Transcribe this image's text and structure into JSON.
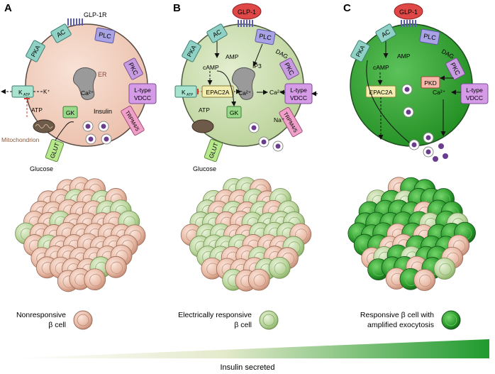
{
  "colors": {
    "cell_a_fill": "#f3d2c2",
    "cell_b_fill": "#cfe0b4",
    "cell_c_fill": "#3aa63a",
    "pka": "#8fd1c4",
    "ac": "#8fd1c4",
    "plc": "#a9a3e6",
    "pkc": "#c79be0",
    "vdcc": "#d59be6",
    "trpm": "#f0a0c8",
    "katp": "#a7e3cf",
    "gk": "#9ad98a",
    "glut": "#b8e88e",
    "epac": "#f4edb0",
    "pkd": "#f6b8a8",
    "glp1": "#e04848",
    "granule": "#6a3c8e",
    "gradient_start": "#ffffff",
    "gradient_end": "#1f9a2e"
  },
  "panels": [
    {
      "letter": "A",
      "labels": {
        "receptor": "GLP-1R",
        "pka": "PKA",
        "ac": "AC",
        "plc": "PLC",
        "pkc": "PKC",
        "katp": "K",
        "katp_sub": "ATP",
        "kplus": "K⁺",
        "atp": "ATP",
        "gk": "GK",
        "er": "ER",
        "ca": "Ca²⁺",
        "insulin": "Insulin",
        "vdcc1": "L-type",
        "vdcc2": "VDCC",
        "trpm": "TRPM4/5",
        "mito": "Mitochondrion",
        "glut": "GLUT",
        "glucose": "Glucose"
      }
    },
    {
      "letter": "B",
      "labels": {
        "ligand": "GLP-1",
        "pka": "PKA",
        "ac": "AC",
        "plc": "PLC",
        "pkc": "PKC",
        "amp": "AMP",
        "camp": "cAMP",
        "ip3": "IP3",
        "dag": "DAG",
        "katp": "K",
        "katp_sub": "ATP",
        "epac": "EPAC2A",
        "ca_in": "Ca²⁺",
        "ca": "Ca²⁺",
        "atp": "ATP",
        "gk": "GK",
        "na": "Na⁺",
        "vdcc1": "L-type",
        "vdcc2": "VDCC",
        "trpm": "TRPM4/5",
        "glut": "GLUT",
        "glucose": "Glucose"
      }
    },
    {
      "letter": "C",
      "labels": {
        "ligand": "GLP-1",
        "pka": "PKA",
        "ac": "AC",
        "plc": "PLC",
        "pkc": "PKC",
        "amp": "AMP",
        "camp": "cAMP",
        "dag": "DAG",
        "epac": "EPAC2A",
        "pkd": "PKD",
        "ca": "Ca²⁺",
        "vdcc1": "L-type",
        "vdcc2": "VDCC"
      }
    }
  ],
  "legend": [
    {
      "line1": "Nonresponsive",
      "line2": "β cell"
    },
    {
      "line1": "Electrically responsive",
      "line2": "β cell"
    },
    {
      "line1": "Responsive β cell with",
      "line2": "amplified exocytosis"
    }
  ],
  "islets": [
    {
      "responsive_fraction": 0.1,
      "amplified_fraction": 0.0
    },
    {
      "responsive_fraction": 0.55,
      "amplified_fraction": 0.0
    },
    {
      "responsive_fraction": 0.2,
      "amplified_fraction": 0.65
    }
  ],
  "footer": {
    "label": "Insulin secreted"
  }
}
